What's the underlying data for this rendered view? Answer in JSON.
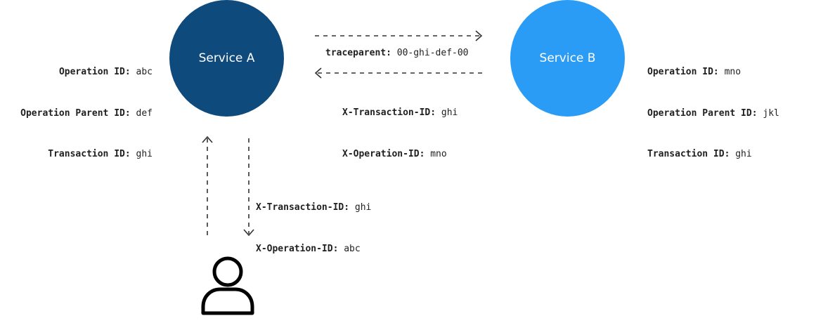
{
  "service_a": {
    "title": "Service A",
    "color": "#0e4a7c",
    "info": [
      {
        "key": "Operation ID:",
        "value": "abc"
      },
      {
        "key": "Operation Parent ID:",
        "value": "def"
      },
      {
        "key": "Transaction ID:",
        "value": "ghi"
      }
    ]
  },
  "service_b": {
    "title": "Service B",
    "color": "#2a9cf6",
    "info": [
      {
        "key": "Operation ID:",
        "value": "mno"
      },
      {
        "key": "Operation Parent ID:",
        "value": "jkl"
      },
      {
        "key": "Transaction ID:",
        "value": "ghi"
      }
    ]
  },
  "request_a_to_b": {
    "key": "traceparent:",
    "value": "00-ghi-def-00"
  },
  "response_b_to_a": [
    {
      "key": "X-Transaction-ID:",
      "value": "ghi"
    },
    {
      "key": "X-Operation-ID:",
      "value": "mno"
    }
  ],
  "response_a_to_user": [
    {
      "key": "X-Transaction-ID:",
      "value": "ghi"
    },
    {
      "key": "X-Operation-ID:",
      "value": "abc"
    }
  ],
  "icons": {
    "user": "user-icon"
  }
}
